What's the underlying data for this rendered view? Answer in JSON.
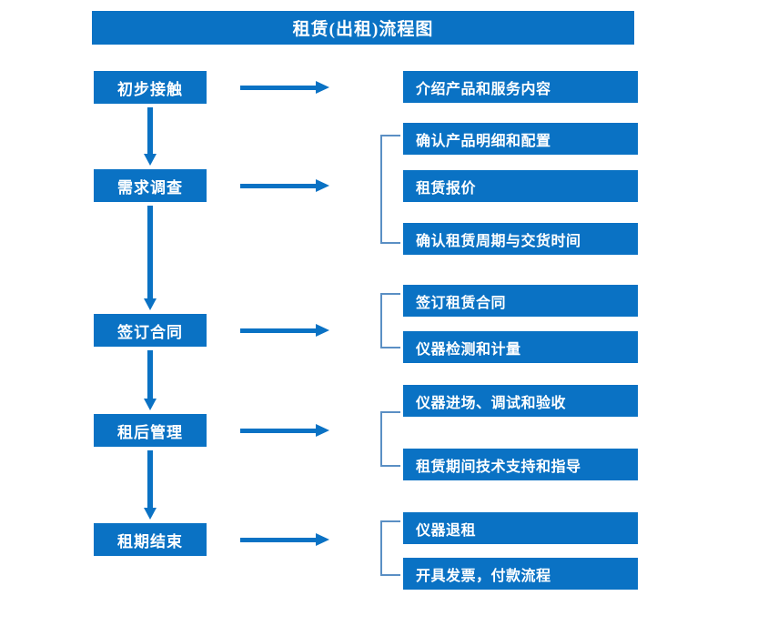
{
  "diagram": {
    "title": "租赁(出租)流程图",
    "accent_color": "#0a72c4",
    "bracket_color": "#5a8fc4",
    "background_color": "#ffffff",
    "text_color": "#ffffff",
    "stages": [
      {
        "label": "初步接触"
      },
      {
        "label": "需求调查"
      },
      {
        "label": "签订合同"
      },
      {
        "label": "租后管理"
      },
      {
        "label": "租期结束"
      }
    ],
    "details": [
      {
        "label": "介绍产品和服务内容"
      },
      {
        "label": "确认产品明细和配置"
      },
      {
        "label": "租赁报价"
      },
      {
        "label": "确认租赁周期与交货时间"
      },
      {
        "label": "签订租赁合同"
      },
      {
        "label": "仪器检测和计量"
      },
      {
        "label": "仪器进场、调试和验收"
      },
      {
        "label": "租赁期间技术支持和指导"
      },
      {
        "label": "仪器退租"
      },
      {
        "label": "开具发票，付款流程"
      }
    ],
    "groups": [
      {
        "stage": "需求调查",
        "members": [
          "确认产品明细和配置",
          "租赁报价",
          "确认租赁周期与交货时间"
        ]
      },
      {
        "stage": "签订合同",
        "members": [
          "签订租赁合同",
          "仪器检测和计量"
        ]
      },
      {
        "stage": "租后管理",
        "members": [
          "仪器进场、调试和验收",
          "租赁期间技术支持和指导"
        ]
      },
      {
        "stage": "租期结束",
        "members": [
          "仪器退租",
          "开具发票，付款流程"
        ]
      }
    ],
    "flow_sequence": [
      "初步接触",
      "需求调查",
      "签订合同",
      "租后管理",
      "租期结束"
    ]
  }
}
